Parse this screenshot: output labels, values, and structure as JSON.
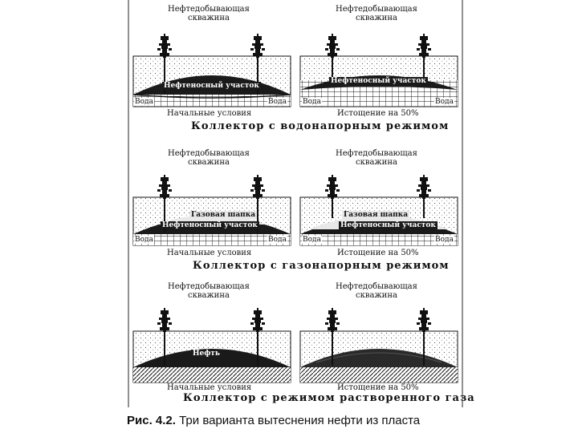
{
  "well_label_line1": "Нефтедобывающая",
  "well_label_line2": "скважина",
  "panels": {
    "p1": {
      "label1": "Нефтедобывающая",
      "label2": "скважина",
      "zone": "Нефтеносный участок",
      "left": "Вода",
      "right": "Вода",
      "sub": "Начальные условия"
    },
    "p2": {
      "label1": "Нефтедобывающая",
      "label2": "скважина",
      "zone": "Нефтеносный участок",
      "left": "Вода",
      "right": "Вода",
      "sub": "Истощение на 50%"
    },
    "p3": {
      "label1": "Нефтедобывающая",
      "label2": "скважина",
      "zone": "Нефтеносный участок",
      "gas": "Газовая шапка",
      "left": "Вода",
      "right": "Вода",
      "sub": "Начальные условия"
    },
    "p4": {
      "label1": "Нефтедобывающая",
      "label2": "скважина",
      "zone": "Нефтеносный участок",
      "gas": "Газовая шапка",
      "left": "Вода",
      "right": "Вода",
      "sub": "Истощение на 50%"
    },
    "p5": {
      "label1": "Нефтедобывающая",
      "label2": "скважина",
      "zone": "Нефть",
      "sub": "Начальные условия"
    },
    "p6": {
      "label1": "Нефтедобывающая",
      "label2": "скважина",
      "sub": "Истощение на 50%"
    }
  },
  "row_captions": {
    "r1": "Коллектор с водонапорным режимом",
    "r2": "Коллектор с газонапорным режимом",
    "r3": "Коллектор с режимом растворенного газа"
  },
  "figure_caption": {
    "prefix": "Рис. 4.2.",
    "text": " Три варианта вытеснения нефти из пласта"
  }
}
